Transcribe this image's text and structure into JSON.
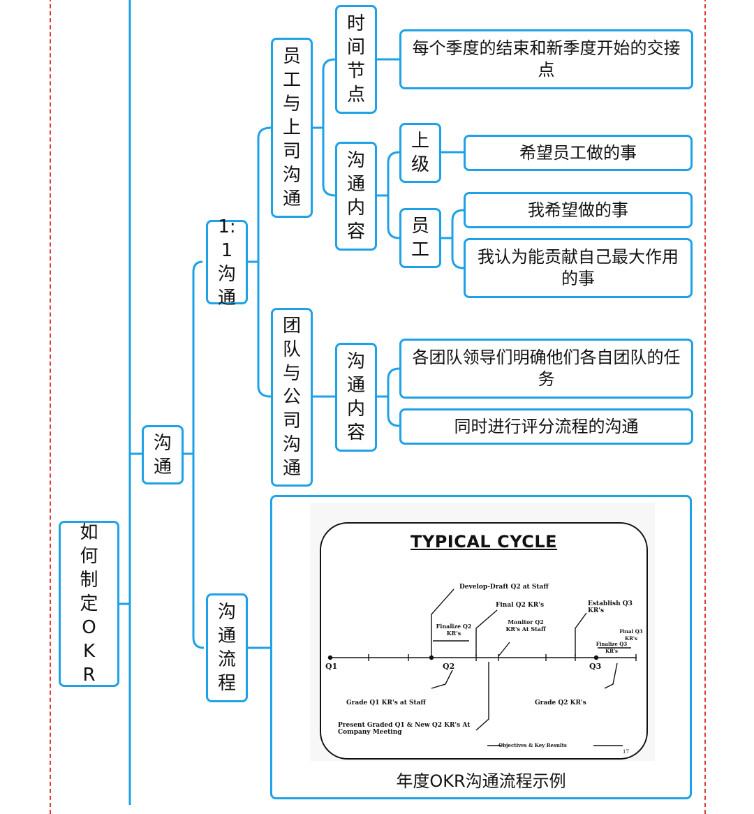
{
  "root": {
    "label": "如何制定OKR"
  },
  "branch_communication": {
    "label": "沟通"
  },
  "one_on_one": {
    "label": "1:1沟通"
  },
  "emp_boss": {
    "label": "员工与上司沟通"
  },
  "time_node": {
    "label": "时间节点"
  },
  "time_node_detail": {
    "text": "每个季度的结束和新季度开始的交接点"
  },
  "comm_content_1": {
    "label": "沟通内容"
  },
  "superior": {
    "label": "上级",
    "detail": "希望员工做的事"
  },
  "employee": {
    "label": "员工",
    "details": [
      "我希望做的事",
      "我认为能贡献自己最大作用的事"
    ]
  },
  "team_company": {
    "label": "团队与公司沟通"
  },
  "comm_content_2": {
    "label": "沟通内容",
    "details": [
      "各团队领导们明确他们各自团队的任务",
      "同时进行评分流程的沟通"
    ]
  },
  "comm_flow": {
    "label": "沟通流程"
  },
  "figure": {
    "caption": "年度OKR沟通流程示例",
    "title": "TYPICAL CYCLE",
    "labels": {
      "q1": "Q1",
      "q2": "Q2",
      "q3": "Q3",
      "develop": "Develop-Draft Q2 at Staff",
      "final_q2": "Final Q2 KR's",
      "establish": "Establish Q3 KR's",
      "finalize_q2": "Finalize Q2 KR's",
      "monitor": "Monitor Q2 KR's At Staff",
      "final_q3": "Final Q3 KR's",
      "finalize_q3": "Finalize Q3 KR's",
      "grade_q1": "Grade Q1 KR's at Staff",
      "grade_q2": "Grade Q2 KR's",
      "present": "Present Graded Q1 & New Q2 KR's At Company Meeting",
      "footer": "Objectives & Key Results",
      "page": "17"
    }
  },
  "colors": {
    "node_border": "#1ea1e6",
    "frame_dash": "#e03b3b"
  }
}
